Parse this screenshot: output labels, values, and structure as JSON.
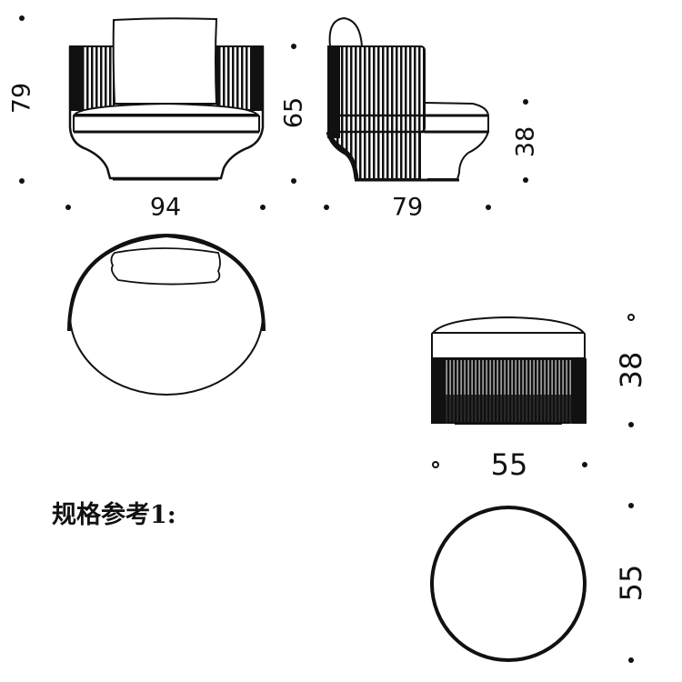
{
  "caption": "规格参考1:",
  "armchair": {
    "front_view": {
      "width_label": "94",
      "height_label": "79"
    },
    "side_view": {
      "depth_label": "79",
      "back_height_label": "65",
      "seat_height_label": "38"
    },
    "top_view": {}
  },
  "ottoman": {
    "side_view": {
      "width_label": "55",
      "height_label": "38"
    },
    "top_view": {
      "diameter_label": "55"
    }
  },
  "colors": {
    "line": "#111111",
    "background": "#ffffff"
  }
}
